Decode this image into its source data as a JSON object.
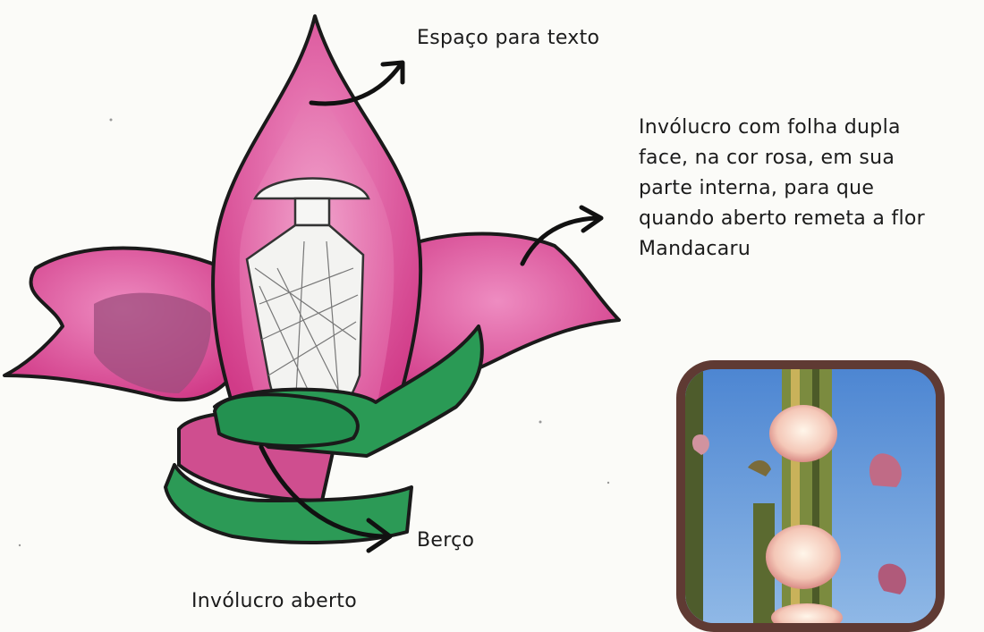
{
  "annotations": {
    "text_space": "Espaço para texto",
    "wrapper_description_lines": [
      "Invólucro com  folha dupla",
      "face, na cor rosa, em sua",
      "parte interna, para que",
      "quando aberto remeta a flor",
      "Mandacaru"
    ],
    "cradle": "Berço"
  },
  "caption": "Invólucro aberto",
  "colors": {
    "petal_pink": "#d9438f",
    "petal_inner": "#e878b4",
    "ribbon_green": "#1f8c4a",
    "photo_frame": "#5f3a33",
    "sky_blue": "#5a8ed3"
  }
}
